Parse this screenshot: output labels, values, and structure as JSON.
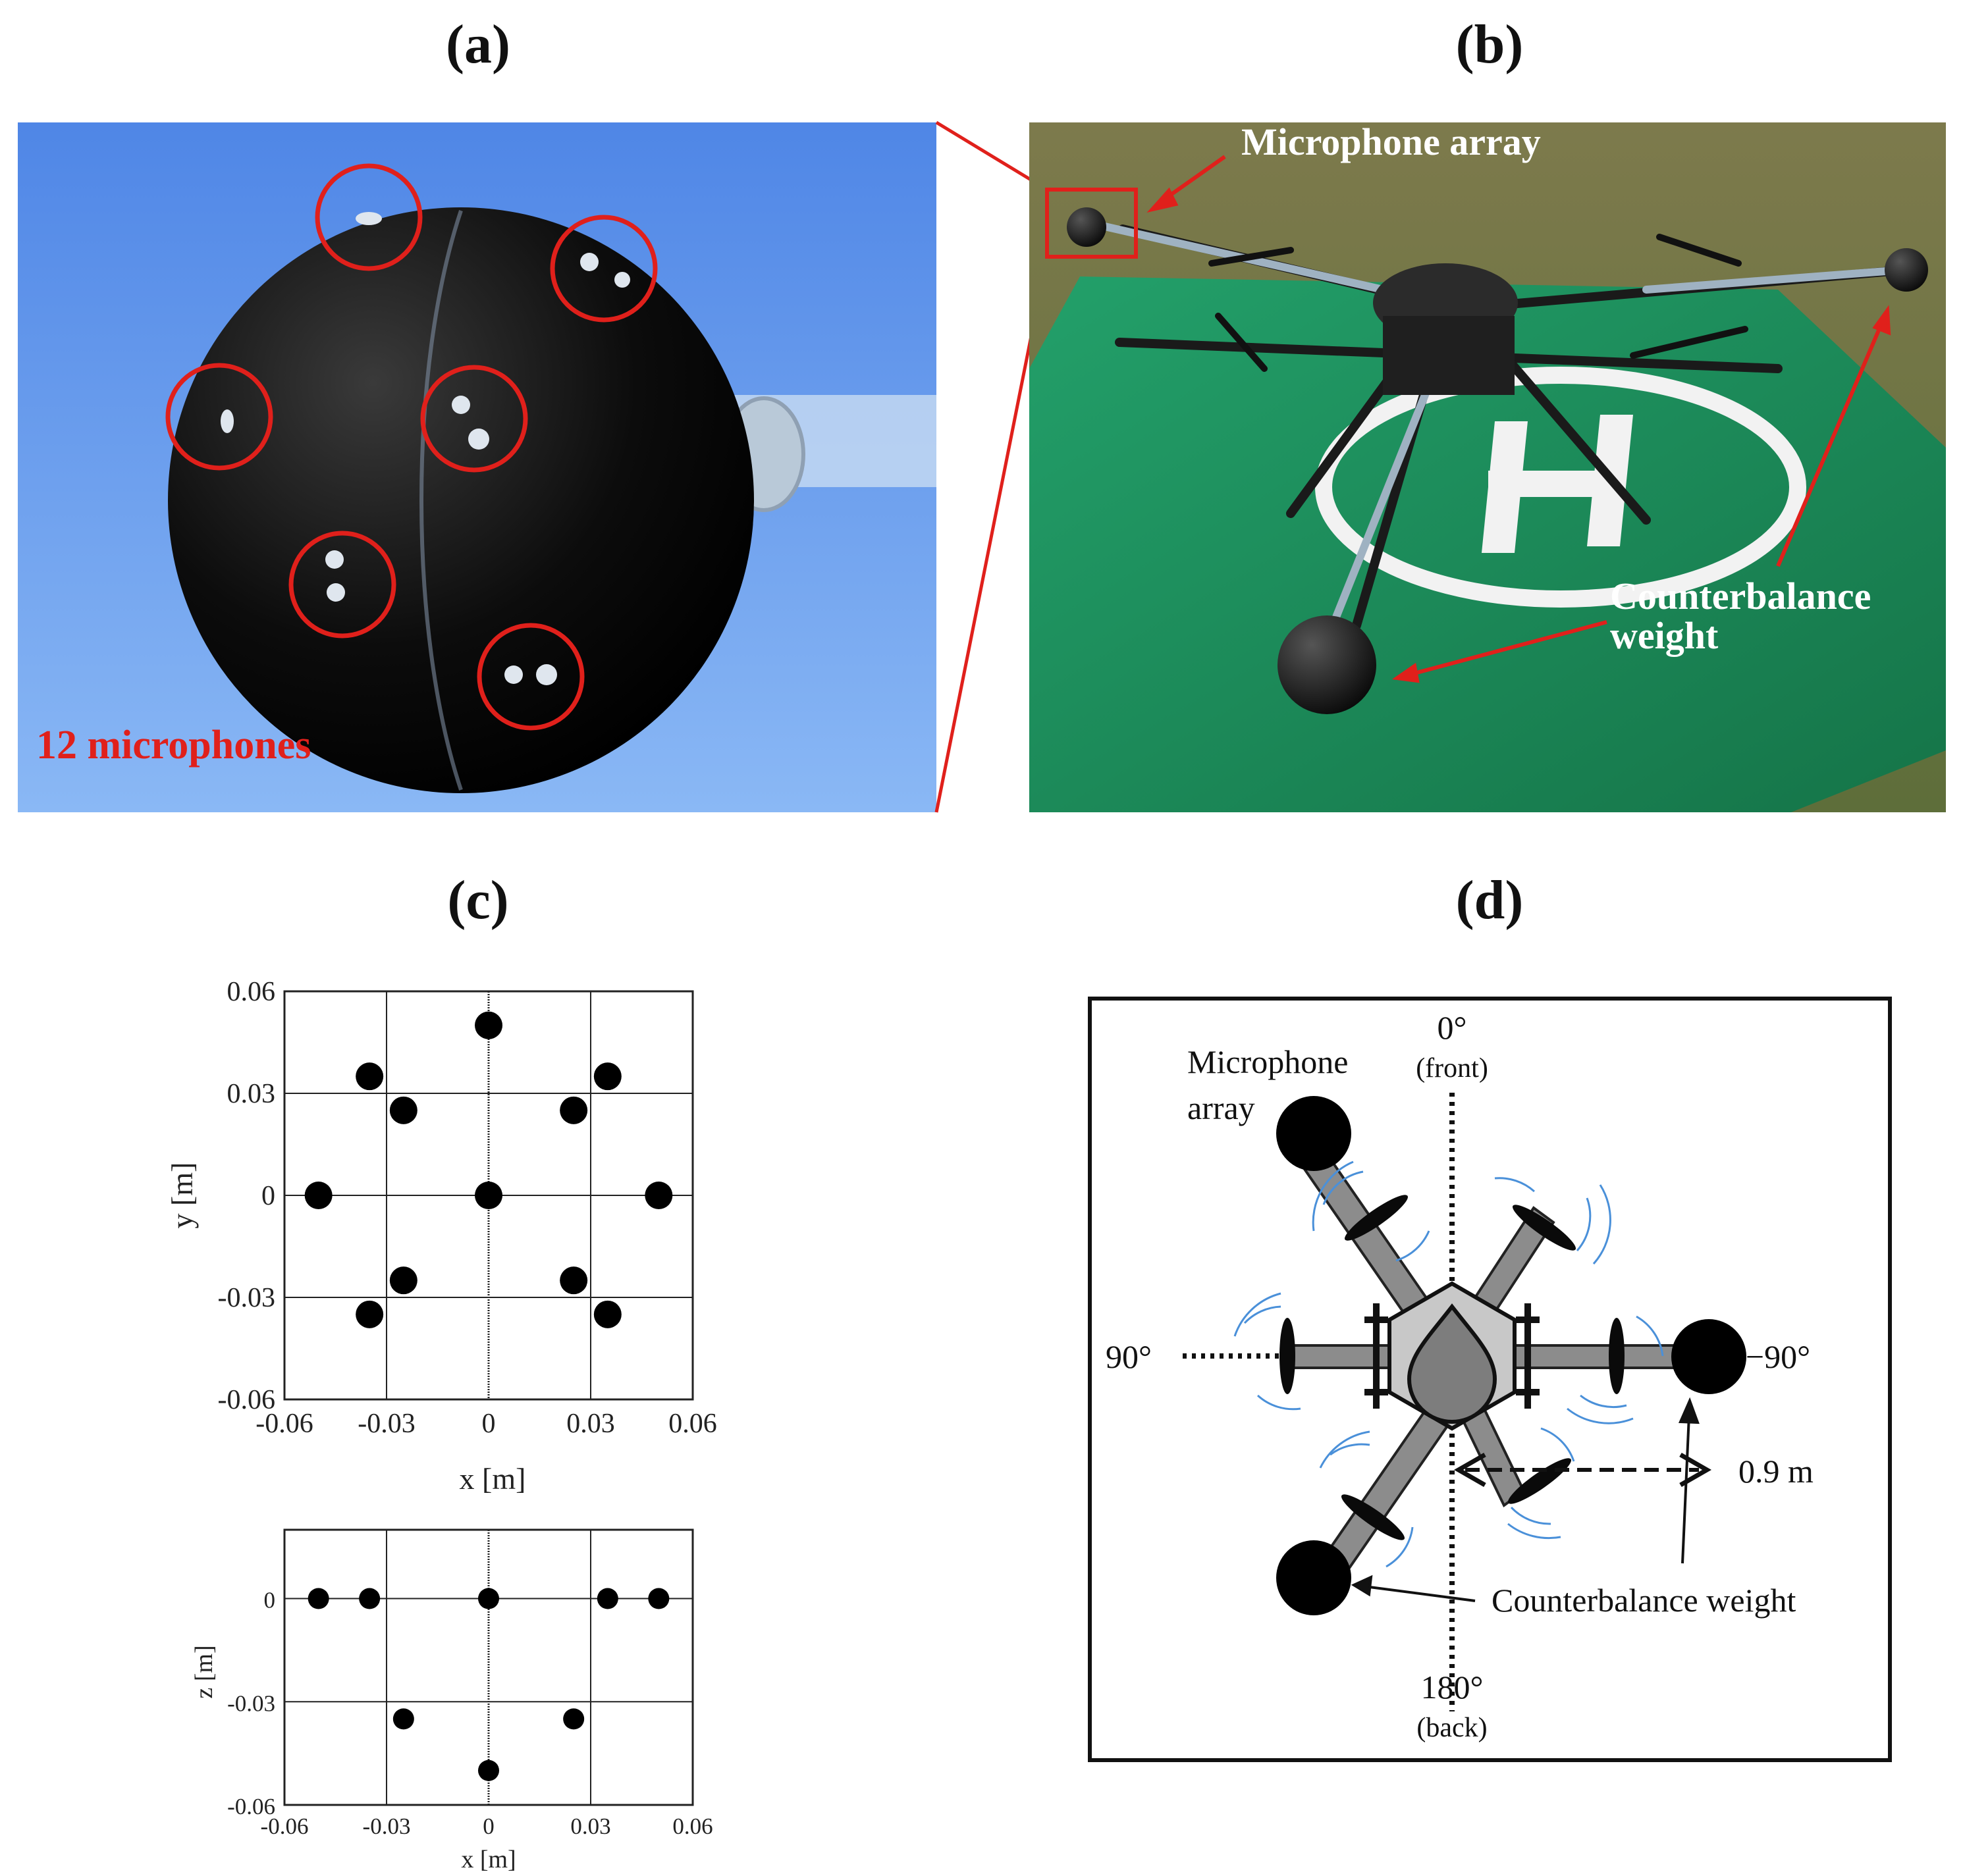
{
  "panels": {
    "a": {
      "label": "(a)",
      "caption": "12 microphones"
    },
    "b": {
      "label": "(b)",
      "mic_label": "Microphone array",
      "weight_label_1": "Counterbalance",
      "weight_label_2": "weight"
    },
    "c": {
      "label": "(c)"
    },
    "d": {
      "label": "(d)",
      "front_angle": "0°",
      "front_word": "(front)",
      "back_angle": "180°",
      "back_word": "(back)",
      "left_angle": "90°",
      "right_angle": "−90°",
      "mic_label_1": "Microphone",
      "mic_label_2": "array",
      "distance": "0.9 m",
      "weight_label": "Counterbalance weight"
    }
  },
  "colors": {
    "annotation_red": "#e0201b",
    "sky": "#6b9ff0",
    "grass": "#6f7a48",
    "pad_green": "#1f8a5a",
    "prop_arc": "#4a90d9",
    "hub_gray": "#c8c8c8"
  },
  "chart_data": [
    {
      "type": "scatter",
      "title": "",
      "xlabel": "x [m]",
      "ylabel": "y [m]",
      "xlim": [
        -0.06,
        0.06
      ],
      "ylim": [
        -0.06,
        0.06
      ],
      "xticks": [
        "-0.06",
        "-0.03",
        "0",
        "0.03",
        "0.06"
      ],
      "yticks": [
        "-0.06",
        "-0.03",
        "0",
        "0.03",
        "0.06"
      ],
      "grid": true,
      "points": [
        {
          "x": 0,
          "y": 0.05
        },
        {
          "x": -0.035,
          "y": 0.035
        },
        {
          "x": 0.035,
          "y": 0.035
        },
        {
          "x": -0.025,
          "y": 0.025
        },
        {
          "x": 0.025,
          "y": 0.025
        },
        {
          "x": -0.05,
          "y": 0
        },
        {
          "x": 0,
          "y": 0
        },
        {
          "x": 0.05,
          "y": 0
        },
        {
          "x": -0.025,
          "y": -0.025
        },
        {
          "x": 0.025,
          "y": -0.025
        },
        {
          "x": -0.035,
          "y": -0.035
        },
        {
          "x": 0.035,
          "y": -0.035
        }
      ]
    },
    {
      "type": "scatter",
      "title": "",
      "xlabel": "x [m]",
      "ylabel": "z [m]",
      "xlim": [
        -0.06,
        0.06
      ],
      "ylim": [
        -0.06,
        0.02
      ],
      "xticks": [
        "-0.06",
        "-0.03",
        "0",
        "0.03",
        "0.06"
      ],
      "yticks": [
        "0",
        "-0.03",
        "-0.06"
      ],
      "grid": true,
      "points": [
        {
          "x": -0.05,
          "z": 0
        },
        {
          "x": -0.035,
          "z": 0
        },
        {
          "x": 0,
          "z": 0
        },
        {
          "x": 0.035,
          "z": 0
        },
        {
          "x": 0.05,
          "z": 0
        },
        {
          "x": -0.025,
          "z": -0.035
        },
        {
          "x": 0.025,
          "z": -0.035
        },
        {
          "x": 0,
          "z": -0.05
        }
      ]
    }
  ]
}
